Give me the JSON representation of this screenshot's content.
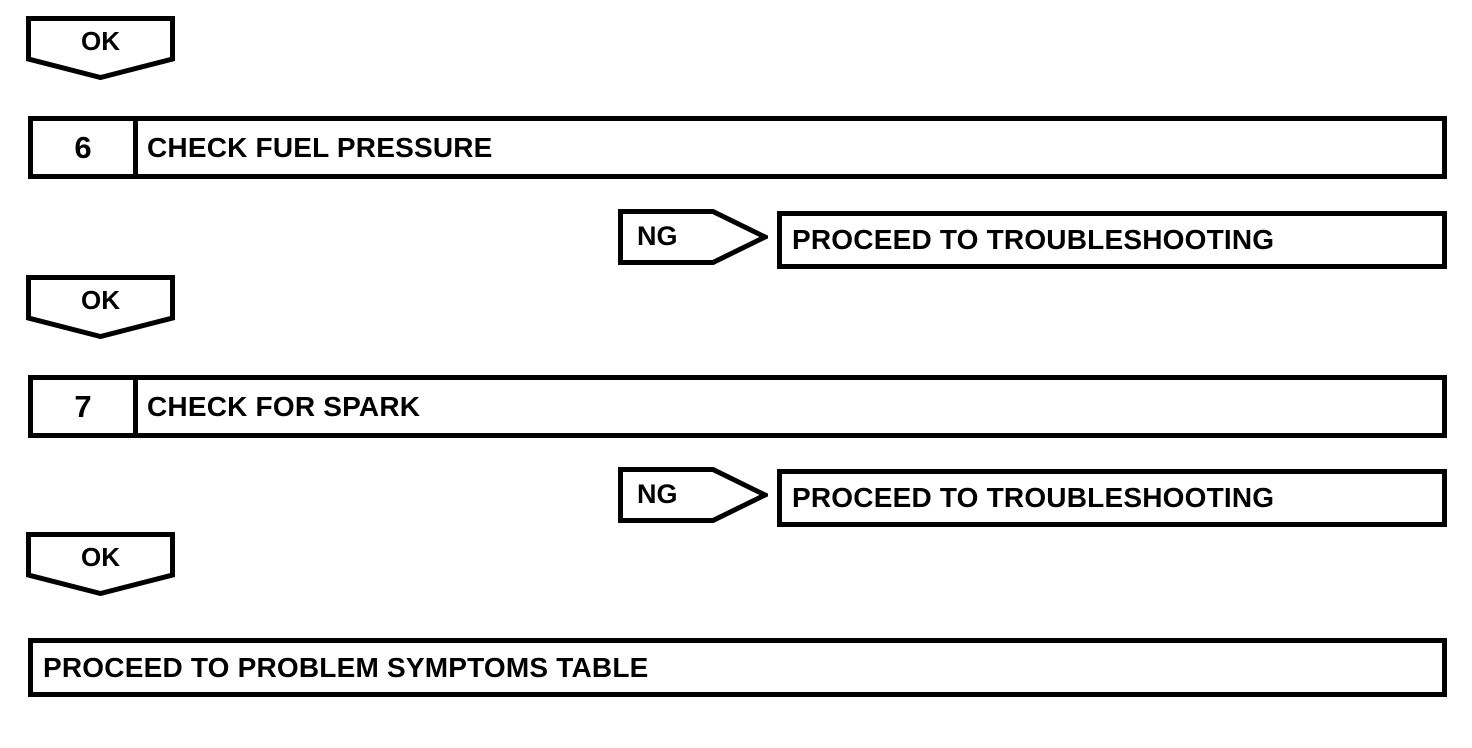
{
  "document": {
    "type": "troubleshooting-flowchart",
    "colors": {
      "ink": "#000000",
      "paper": "#ffffff"
    }
  },
  "flow": {
    "connectors": {
      "ok_label": "OK",
      "ng_label": "NG"
    },
    "nodes": [
      {
        "kind": "ok-connector",
        "label": "OK"
      },
      {
        "kind": "step",
        "number": "6",
        "title": "CHECK FUEL PRESSURE"
      },
      {
        "kind": "ng-branch",
        "label": "NG",
        "target": "PROCEED TO TROUBLESHOOTING"
      },
      {
        "kind": "ok-connector",
        "label": "OK"
      },
      {
        "kind": "step",
        "number": "7",
        "title": "CHECK FOR SPARK"
      },
      {
        "kind": "ng-branch",
        "label": "NG",
        "target": "PROCEED TO TROUBLESHOOTING"
      },
      {
        "kind": "ok-connector",
        "label": "OK"
      },
      {
        "kind": "result",
        "title": "PROCEED TO PROBLEM SYMPTOMS TABLE"
      }
    ],
    "ok_1": {
      "label": "OK"
    },
    "step_6": {
      "number": "6",
      "title": "CHECK FUEL PRESSURE"
    },
    "ng_1": {
      "label": "NG",
      "target": "PROCEED TO TROUBLESHOOTING"
    },
    "ok_2": {
      "label": "OK"
    },
    "step_7": {
      "number": "7",
      "title": "CHECK FOR SPARK"
    },
    "ng_2": {
      "label": "NG",
      "target": "PROCEED TO TROUBLESHOOTING"
    },
    "ok_3": {
      "label": "OK"
    },
    "final": {
      "title": "PROCEED TO PROBLEM SYMPTOMS TABLE"
    }
  }
}
